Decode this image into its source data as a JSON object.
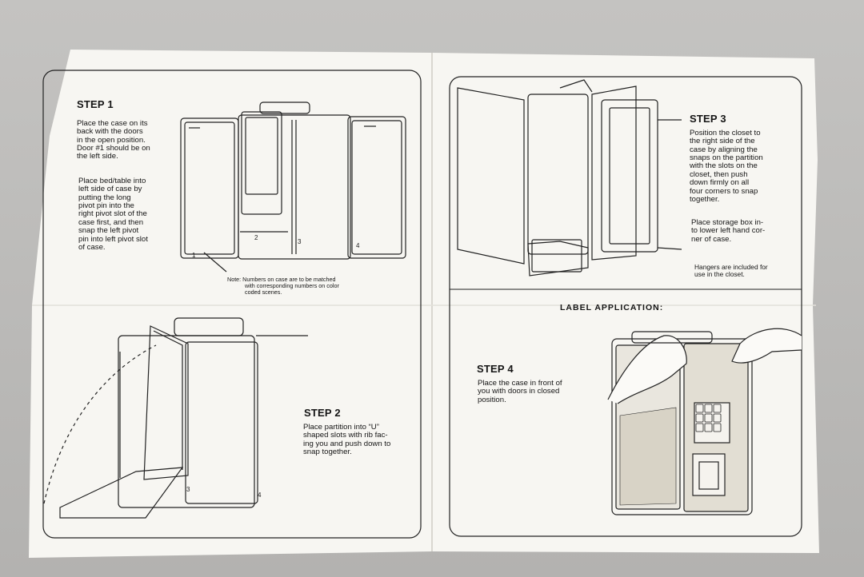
{
  "step1": {
    "heading": "STEP 1",
    "para1": [
      "Place the case on its",
      "back with the doors",
      "in the open position.",
      "Door #1 should be on",
      "the left side."
    ],
    "para2": [
      "Place bed/table into",
      "left side of case by",
      "putting the long",
      "pivot pin into the",
      "right pivot slot of the",
      "case first, and then",
      "snap the left pivot",
      "pin into left pivot slot",
      "of case."
    ]
  },
  "note": [
    "Note: Numbers on case are to be matched",
    "with corresponding numbers on color",
    "coded scenes."
  ],
  "step2": {
    "heading": "STEP 2",
    "body": [
      "Place partition into “U”",
      "shaped slots with rib fac-",
      "ing you and push down to",
      "snap together."
    ]
  },
  "step3": {
    "heading": "STEP 3",
    "para1": [
      "Position the closet to",
      "the right side of the",
      "case by aligning the",
      "snaps on the partition",
      "with the slots on the",
      "closet, then push",
      "down firmly on all",
      "four corners to snap",
      "together."
    ],
    "para2": [
      "Place storage box in-",
      "to lower left hand cor-",
      "ner of case."
    ],
    "para3": [
      "Hangers are included for",
      "use in the closet."
    ]
  },
  "label_heading": "LABEL APPLICATION:",
  "step4": {
    "heading": "STEP 4",
    "body": [
      "Place the case in front of",
      "you with doors in closed",
      "position."
    ]
  },
  "case_numbers": [
    "1",
    "2",
    "3",
    "4"
  ]
}
